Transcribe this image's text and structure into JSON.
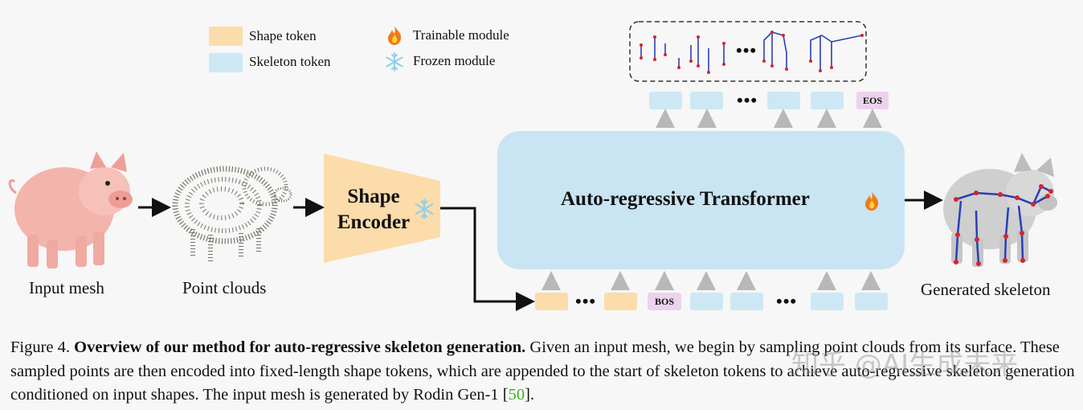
{
  "legend": {
    "shape_token": "Shape token",
    "skeleton_token": "Skeleton token",
    "trainable_module": "Trainable module",
    "frozen_module": "Frozen module"
  },
  "colors": {
    "shape_token": "#fbdcaa",
    "skeleton_token": "#cde8f4",
    "special_token": "#ecd2ec",
    "transformer": "#c9e4f3",
    "encoder": "#fbdcaa",
    "citation": "#3bb321"
  },
  "icons": {
    "trainable": "fire-icon",
    "frozen": "snowflake-icon"
  },
  "stages": {
    "input_mesh": "Input mesh",
    "point_clouds": "Point clouds",
    "encoder_line1": "Shape",
    "encoder_line2": "Encoder",
    "transformer": "Auto-regressive Transformer",
    "output": "Generated skeleton"
  },
  "tokens": {
    "bos": "BOS",
    "eos": "EOS",
    "ellipsis": "•••"
  },
  "caption": {
    "figure_label": "Figure 4.",
    "title": "Overview of our method for auto-regressive skeleton generation.",
    "body": "Given an input mesh, we begin by sampling point clouds from its surface. These sampled points are then encoded into fixed-length shape tokens, which are appended to the start of skeleton tokens to achieve auto-regressive skeleton generation conditioned on input shapes. The input mesh is generated by Rodin Gen-1 [",
    "citation": "50",
    "end": "]."
  },
  "watermark": "知乎 @AI生成未来"
}
